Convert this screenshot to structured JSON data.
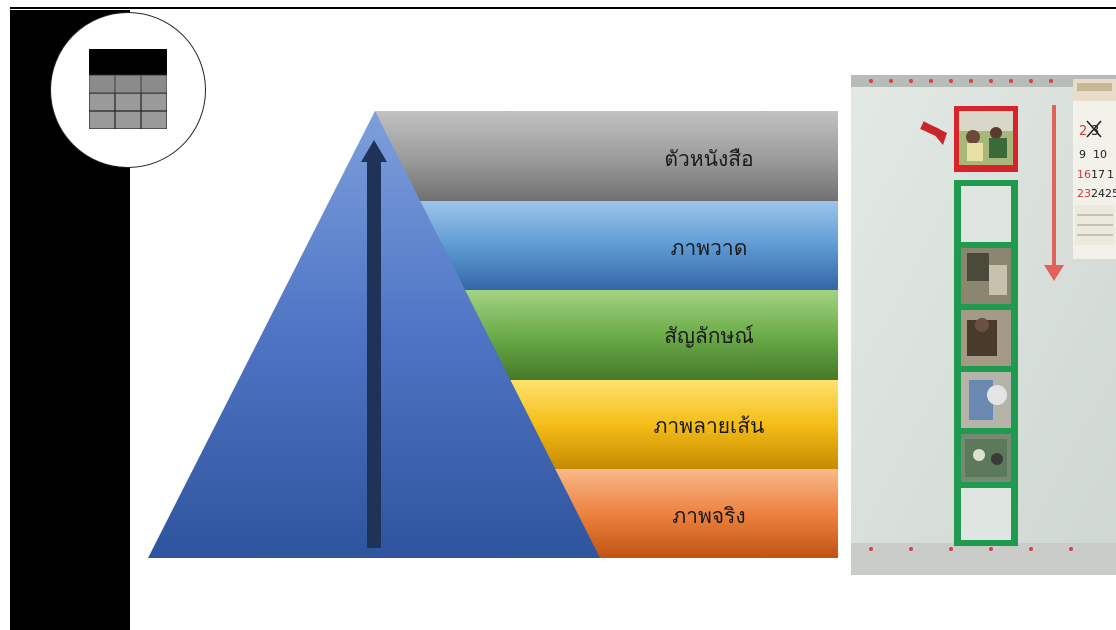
{
  "diagram": {
    "levels": [
      {
        "label": "ตัวหนังสือ",
        "color": "#8a8a8a"
      },
      {
        "label": "ภาพวาด",
        "color": "#3c7cc0"
      },
      {
        "label": "สัญลักษณ์",
        "color": "#4e8c34"
      },
      {
        "label": "ภาพลายเส้น",
        "color": "#e8a900"
      },
      {
        "label": "ภาพจริง",
        "color": "#de6a2a"
      }
    ],
    "pyramid_color": "#4470c4",
    "arrow_color": "#1f3358"
  },
  "photo": {
    "calendar_numbers": [
      "2",
      "3",
      "9",
      "10",
      "16",
      "17",
      "1",
      "23",
      "24",
      "25"
    ]
  }
}
